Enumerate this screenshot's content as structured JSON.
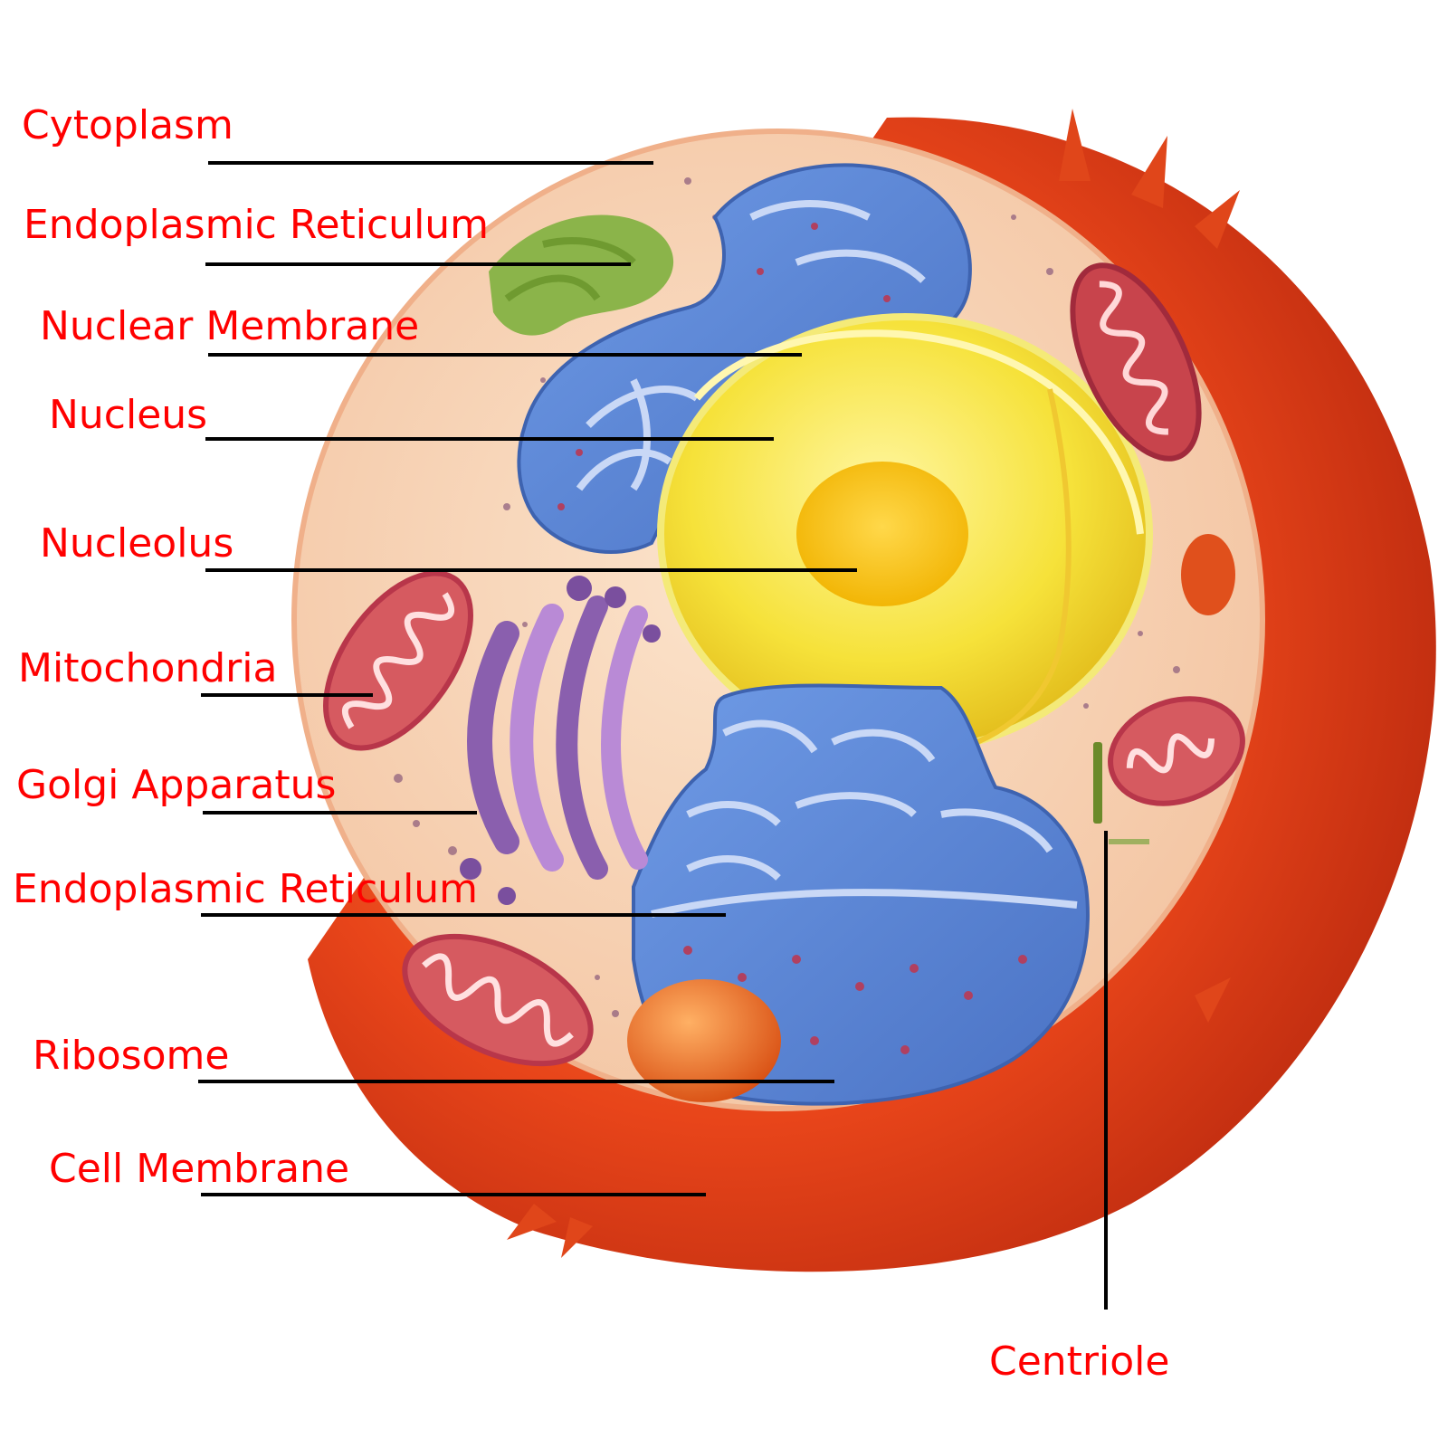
{
  "colors": {
    "label_text": "#ff0000",
    "leader_line": "#000000",
    "cell_membrane": "#e03a10",
    "cytoplasm": "#f7d2b2",
    "nucleus": "#f2dc2a",
    "nucleolus": "#f5c200",
    "endoplasmic_reticulum_rough": "#5c86d8",
    "endoplasmic_reticulum_smooth": "#86b046",
    "mitochondria": "#c8444c",
    "golgi_apparatus": "#8a5fae",
    "ribosome": "#e05a1a"
  },
  "labels": {
    "cytoplasm": "Cytoplasm",
    "er_top": "Endoplasmic Reticulum",
    "nuclear_membrane": "Nuclear Membrane",
    "nucleus": "Nucleus",
    "nucleolus": "Nucleolus",
    "mitochondria": "Mitochondria",
    "golgi": "Golgi Apparatus",
    "er_bottom": "Endoplasmic Reticulum",
    "ribosome": "Ribosome",
    "cell_membrane": "Cell Membrane",
    "centriole": "Centriole"
  }
}
